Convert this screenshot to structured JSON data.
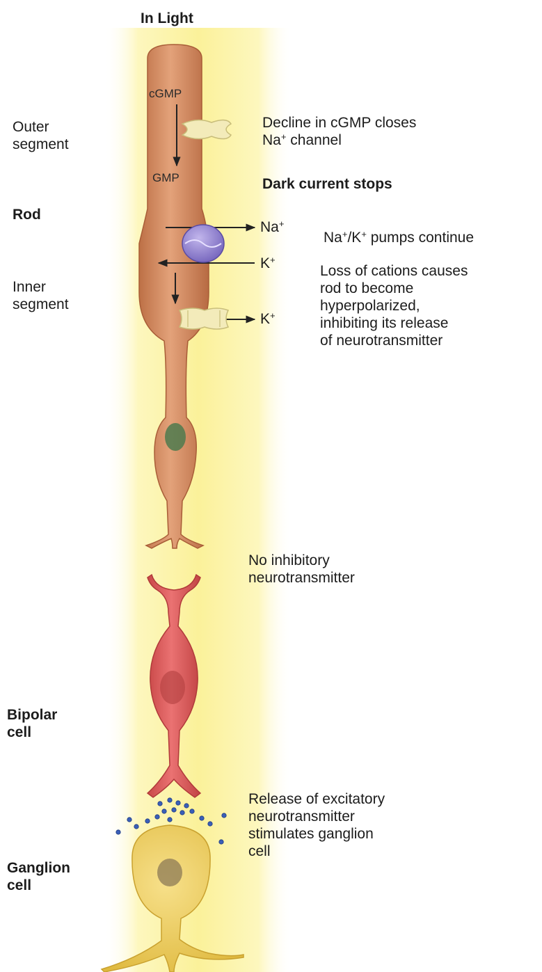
{
  "title": "In Light",
  "labels": {
    "outer_segment": [
      "Outer",
      "segment"
    ],
    "rod": "Rod",
    "inner_segment": [
      "Inner",
      "segment"
    ],
    "bipolar_cell": [
      "Bipolar",
      "cell"
    ],
    "ganglion_cell": [
      "Ganglion",
      "cell"
    ]
  },
  "inner": {
    "cgmp": "cGMP",
    "gmp": "GMP",
    "na_base": "Na",
    "k_base": "K",
    "plus": "+"
  },
  "notes": {
    "decline_line1": "Decline in cGMP closes",
    "decline_line2_pre": "Na",
    "decline_line2_sup": "+",
    "decline_line2_post": " channel",
    "dark_current": "Dark current stops",
    "pumps_pre": "Na",
    "pumps_sup1": "+",
    "pumps_mid": "/K",
    "pumps_sup2": "+",
    "pumps_post": " pumps continue",
    "loss_lines": [
      "Loss of cations causes",
      "rod to become",
      "hyperpolarized,",
      "inhibiting its release",
      "of neurotransmitter"
    ],
    "no_inhibitory": [
      "No inhibitory",
      "neurotransmitter"
    ],
    "release_excitatory": [
      "Release of excitatory",
      "neurotransmitter",
      "stimulates ganglion",
      "cell"
    ]
  },
  "colors": {
    "light_beam": "#fbf3a0",
    "rod": "#d08a5e",
    "bipolar": "#d95a5a",
    "ganglion": "#ebcd55",
    "pump": "#8f7fcf",
    "channel": "#f2eab8",
    "vesicle": "#3a5fb8"
  }
}
